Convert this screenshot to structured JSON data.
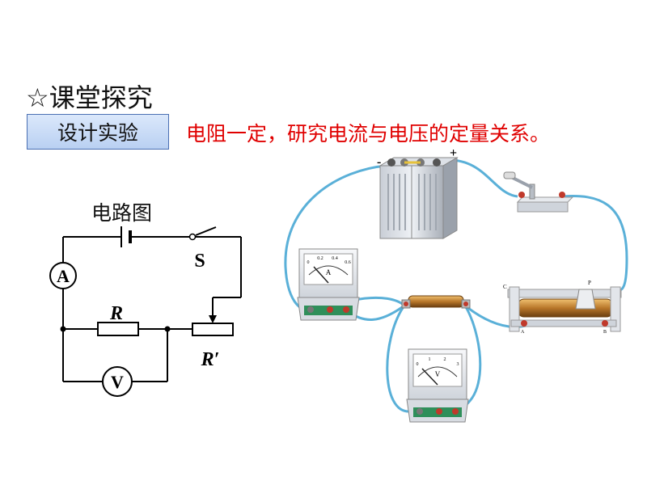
{
  "heading": "☆课堂探究",
  "design_button": "设计实验",
  "subtitle": "电阻一定，研究电流与电压的定量关系。",
  "circuit": {
    "label": "电路图",
    "switch_label": "S",
    "ammeter_symbol": "A",
    "voltmeter_symbol": "V",
    "resistor_label": "R",
    "rheostat_label": "R′"
  },
  "apparatus": {
    "battery_minus": "-",
    "battery_plus": "+",
    "ammeter_letter": "A",
    "ammeter_scale": [
      "0",
      "0.2",
      "0.4",
      "0.6"
    ],
    "voltmeter_letter": "V",
    "voltmeter_scale": [
      "0",
      "1",
      "2",
      "3"
    ],
    "rheostat_end_left": "C",
    "rheostat_end_right": "P",
    "rheostat_bottom_left": "A",
    "rheostat_bottom_right": "B"
  },
  "colors": {
    "title_text": "#e00000",
    "wire": "#5ab0d8",
    "button_border": "#4a6fb3"
  }
}
